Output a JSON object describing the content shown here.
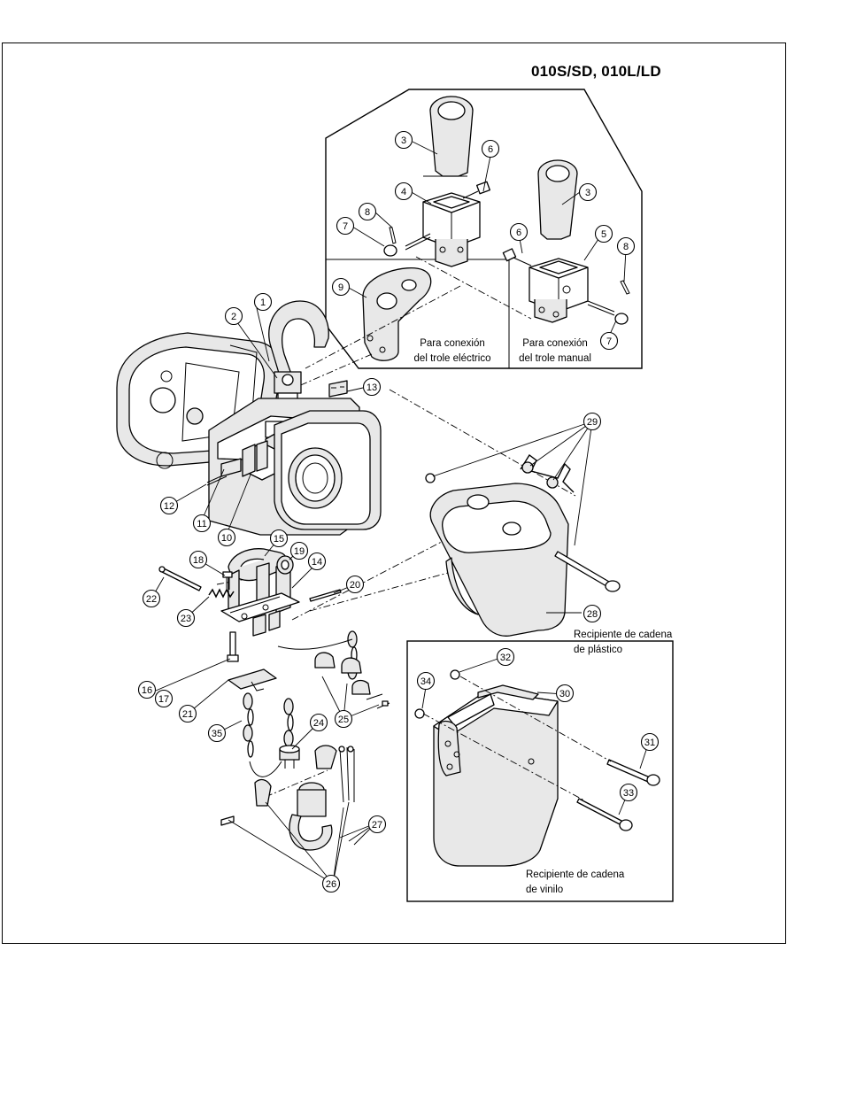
{
  "title": "010S/SD, 010L/LD",
  "captions": {
    "electric": [
      "Para conexión",
      "del trole eléctrico"
    ],
    "manual": [
      "Para conexión",
      "del trole manual"
    ],
    "plastic": [
      "Recipiente de cadena",
      "de plástico"
    ],
    "vinyl": [
      "Recipiente de cadena",
      "de vinilo"
    ]
  },
  "callouts": [
    "1",
    "2",
    "3",
    "3",
    "4",
    "5",
    "6",
    "6",
    "7",
    "7",
    "8",
    "8",
    "9",
    "10",
    "11",
    "12",
    "13",
    "14",
    "15",
    "16",
    "17",
    "18",
    "19",
    "20",
    "21",
    "22",
    "23",
    "24",
    "25",
    "26",
    "27",
    "28",
    "29",
    "30",
    "31",
    "32",
    "33",
    "34",
    "35"
  ]
}
